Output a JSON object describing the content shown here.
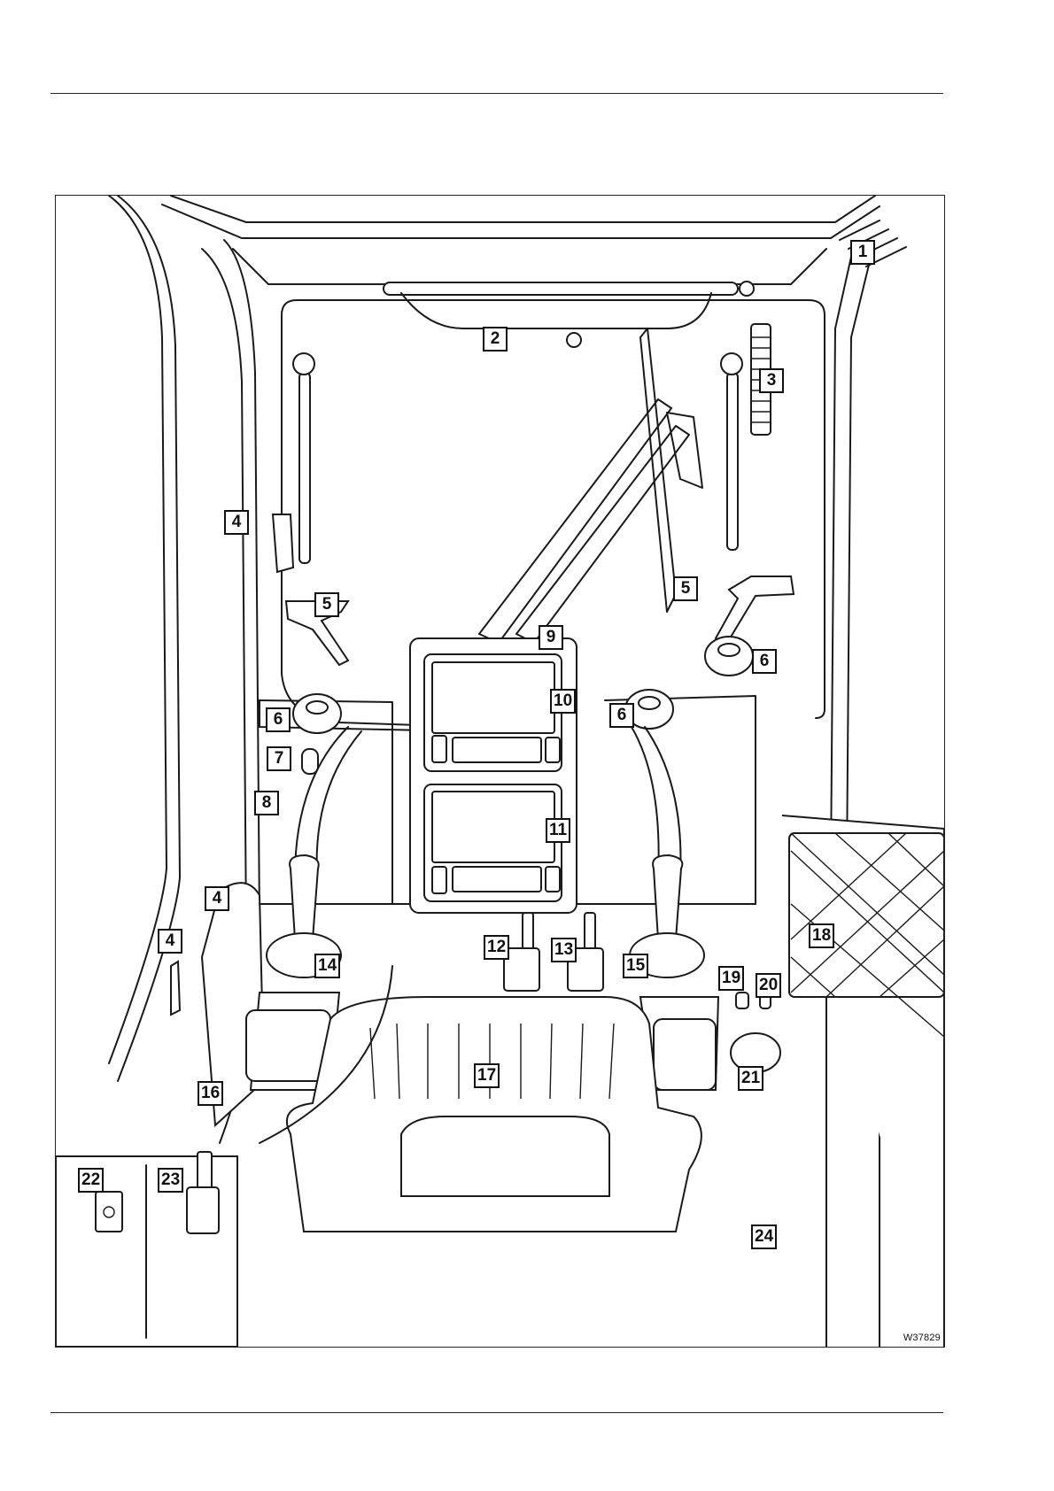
{
  "figure": {
    "id": "W37829"
  },
  "callouts": [
    "1",
    "2",
    "3",
    "4",
    "4",
    "4",
    "5",
    "5",
    "6",
    "6",
    "6",
    "7",
    "8",
    "9",
    "10",
    "11",
    "12",
    "13",
    "14",
    "15",
    "16",
    "17",
    "18",
    "19",
    "20",
    "21",
    "22",
    "23",
    "24"
  ]
}
